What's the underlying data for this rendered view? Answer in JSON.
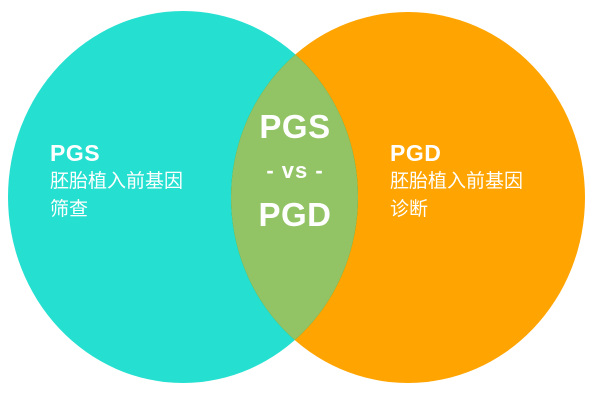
{
  "diagram": {
    "type": "venn",
    "background_color": "#FFFFFF",
    "left": {
      "fill_color": "#25E0D0",
      "acronym": "PGS",
      "subtitle_lines": [
        "胚胎植入前基因",
        "筛查"
      ]
    },
    "right": {
      "fill_color": "#FFA400",
      "acronym": "PGD",
      "subtitle_lines": [
        "胚胎植入前基因",
        "诊断"
      ]
    },
    "overlap": {
      "fill_color": "#92C364",
      "lines": [
        "PGS",
        "- vs -",
        "PGD"
      ]
    },
    "text_color": "#FFFFFF"
  }
}
